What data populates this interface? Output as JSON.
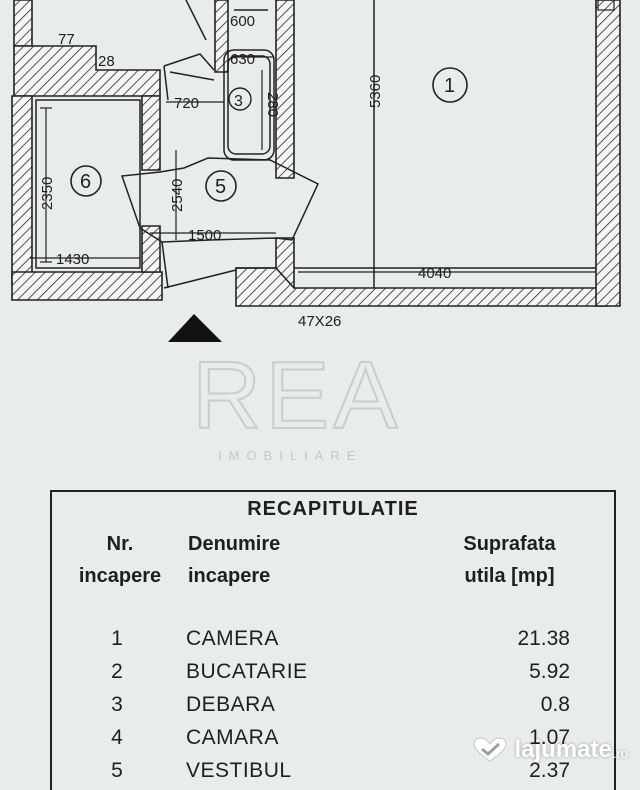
{
  "floor_plan": {
    "dimensions": {
      "d77": "77",
      "d28": "28",
      "d600": "600",
      "d630": "630",
      "d720": "720",
      "d280": "280",
      "d5360": "5360",
      "d2350": "2350",
      "d2540": "2540",
      "d1500": "1500",
      "d1430": "1430",
      "d4040": "4040",
      "d47x26": "47X26"
    },
    "rooms": {
      "r1": "1",
      "r3": "3",
      "r5": "5",
      "r6": "6"
    }
  },
  "watermark": {
    "brand": "REA",
    "subtitle": "IMOBILIARE"
  },
  "table": {
    "title": "RECAPITULATIE",
    "headers": {
      "nr_line1": "Nr.",
      "nr_line2": "incapere",
      "name_line1": "Denumire",
      "name_line2": "incapere",
      "area_line1": "Suprafata",
      "area_line2": "utila [mp]"
    },
    "rows": [
      {
        "nr": "1",
        "name": "CAMERA",
        "area": "21.38"
      },
      {
        "nr": "2",
        "name": "BUCATARIE",
        "area": "5.92"
      },
      {
        "nr": "3",
        "name": "DEBARA",
        "area": "0.8"
      },
      {
        "nr": "4",
        "name": "CAMARA",
        "area": "1.07"
      },
      {
        "nr": "5",
        "name": "VESTIBUL",
        "area": "2.37"
      }
    ]
  },
  "logo": {
    "name": "lajumate",
    "tld": ".ro"
  }
}
